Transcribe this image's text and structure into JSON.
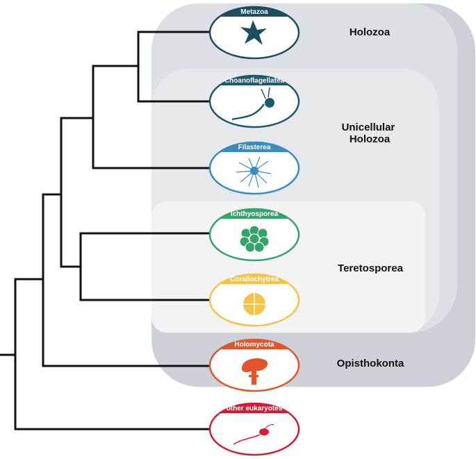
{
  "groups": [
    {
      "label": "Holozoa"
    },
    {
      "label_lines": [
        "Unicellular",
        "Holozoa"
      ]
    },
    {
      "label": "Teretosporea"
    },
    {
      "label": "Opisthokonta"
    }
  ],
  "taxa": [
    {
      "name": "Metazoa",
      "color": "#1d4d5e",
      "icon": "starfish-icon"
    },
    {
      "name": "Choanoflagellatea",
      "color": "#1d5a6e",
      "icon": "choanoflagellate-cell-icon"
    },
    {
      "name": "Filasterea",
      "color": "#3a8dbb",
      "icon": "filasterea-cell-icon"
    },
    {
      "name": "Ichthyosporea",
      "color": "#36a36b",
      "icon": "ichthyosporea-colony-icon"
    },
    {
      "name": "Corallochytrea",
      "color": "#f2c44a",
      "icon": "corallochytrea-cell-icon"
    },
    {
      "name": "Holomycota",
      "color": "#e2552c",
      "icon": "mushroom-icon"
    },
    {
      "name": "other eukaryotes",
      "color": "#d21c3c",
      "icon": "flagellate-cell-icon"
    }
  ],
  "colors": {
    "opisthokonta_bg": "#cdd1d7",
    "holozoa_bg": "#dcdfe3",
    "unicellular_bg": "#e6e8eb",
    "teretosporea_bg": "#f3f3f3",
    "tree_line": "#111111"
  }
}
